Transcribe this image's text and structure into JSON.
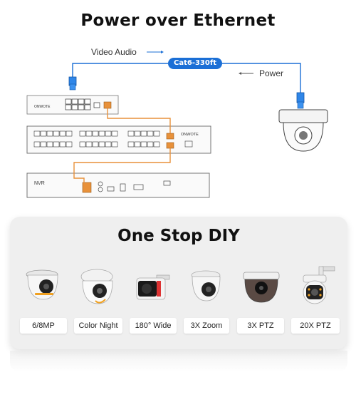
{
  "title": "Power over Ethernet",
  "labels": {
    "video_audio": "Video Audio",
    "cat6": "Cat6-330ft",
    "power": "Power"
  },
  "devices": {
    "switch_brand": "ONWOTE",
    "poe_switch_brand": "ONWOTE",
    "nvr_label": "NVR"
  },
  "panel": {
    "title": "One Stop DIY",
    "cameras": [
      {
        "label": "6/8MP",
        "icon": "dome-camera-icon"
      },
      {
        "label": "Color Night",
        "icon": "turret-camera-icon"
      },
      {
        "label": "180° Wide",
        "icon": "bullet-camera-icon"
      },
      {
        "label": "3X Zoom",
        "icon": "turret-zoom-camera-icon"
      },
      {
        "label": "3X PTZ",
        "icon": "ptz-dome-camera-icon"
      },
      {
        "label": "20X PTZ",
        "icon": "ptz-speed-dome-icon"
      }
    ]
  },
  "colors": {
    "cable_blue": "#1b6fd6",
    "cable_orange": "#e8913a",
    "panel_bg": "#efefef"
  }
}
